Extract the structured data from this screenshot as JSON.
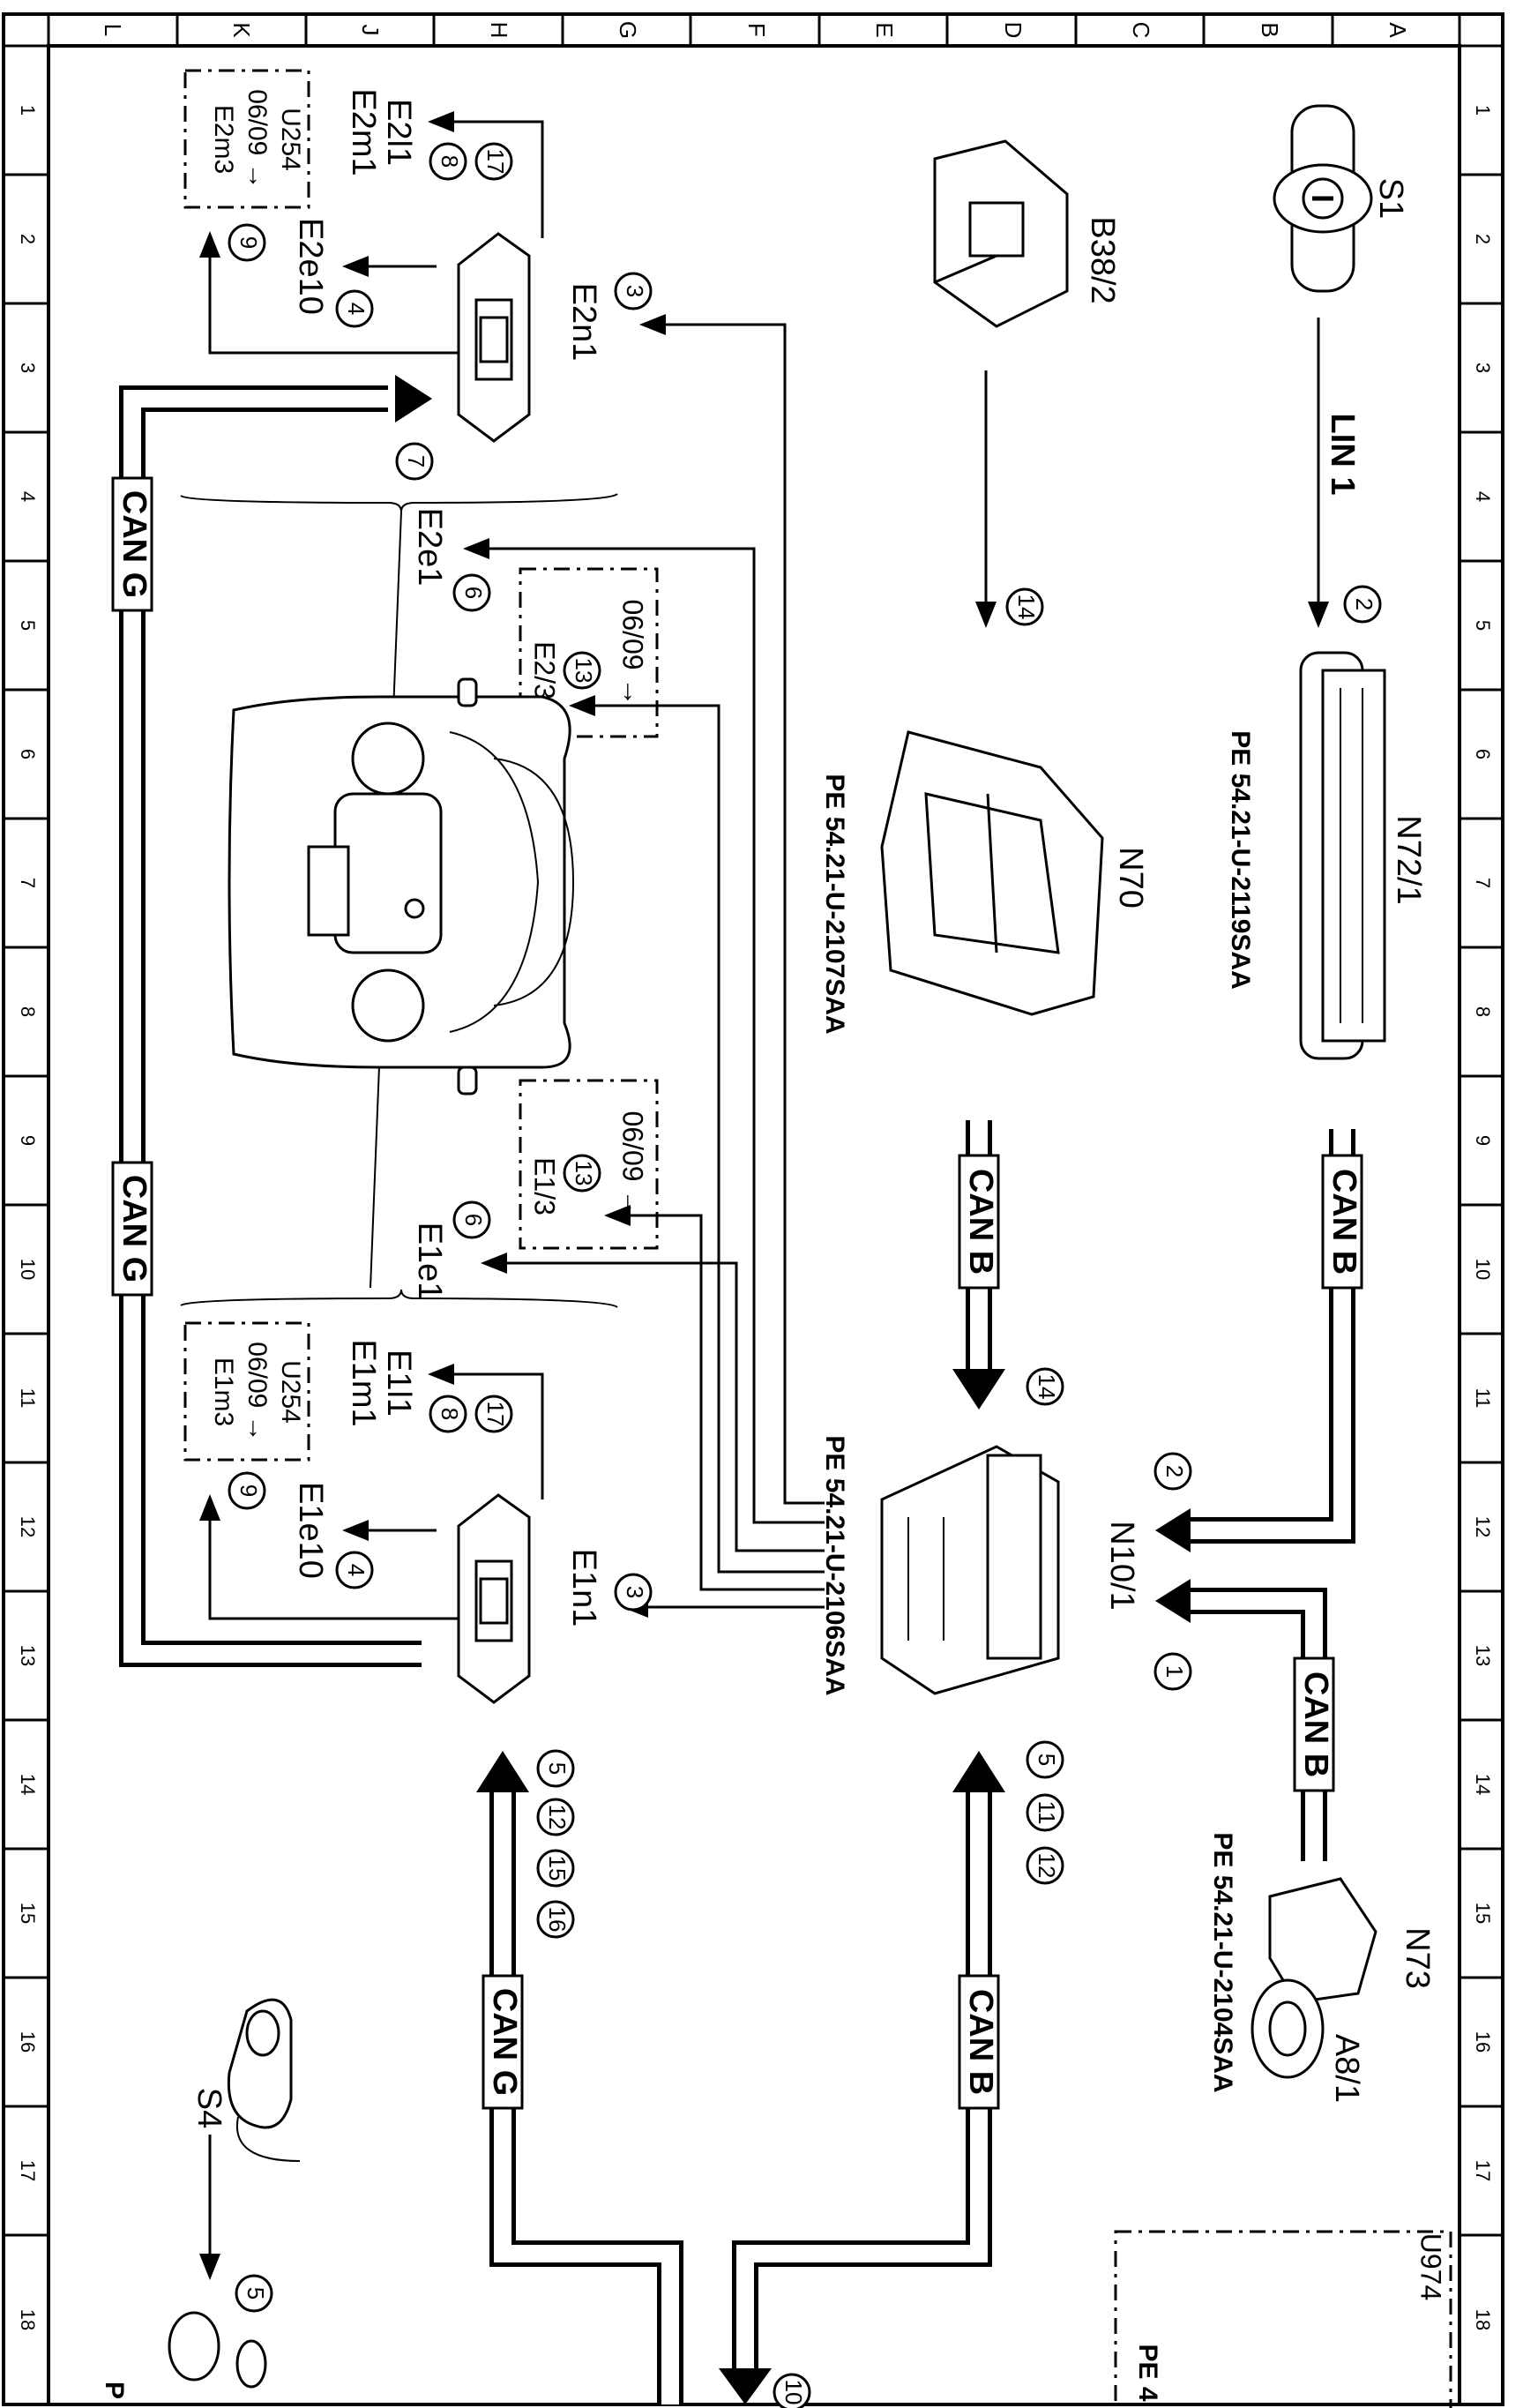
{
  "border": {
    "columns": [
      "L",
      "K",
      "J",
      "H",
      "G",
      "F",
      "E",
      "D",
      "C",
      "B",
      "A"
    ],
    "rows": [
      "1",
      "2",
      "3",
      "4",
      "5",
      "6",
      "7",
      "8",
      "9",
      "10",
      "11",
      "12",
      "13",
      "14",
      "15",
      "16",
      "17",
      "18"
    ]
  },
  "components": {
    "s1": "S1",
    "b38_2": "B38/2",
    "n72_1": "N72/1",
    "n70": "N70",
    "n10_1": "N10/1",
    "n73": "N73",
    "a8_1": "A8/1",
    "s4": "S4",
    "e2n1": "E2n1",
    "e1n1": "E1n1",
    "e2e1": "E2e1",
    "e1e1": "E1e1",
    "e2e10": "E2e10",
    "e1e10": "E1e10",
    "e2l1": "E2l1",
    "e2m1": "E2m1",
    "e1l1": "E1l1",
    "e1m1": "E1m1"
  },
  "refs": {
    "n72_1": "PE 54.21-U-2119SAA",
    "n70": "PE 54.21-U-2107SAA",
    "n10_1": "PE 54.21-U-2106SAA",
    "n73": "PE 54.21-U-2104SAA",
    "bottom_right": "PE 4",
    "bottom_left": "P"
  },
  "buses": {
    "lin1": "LIN 1",
    "can_b": "CAN B",
    "can_g": "CAN G"
  },
  "boxes": {
    "top_left": {
      "a": "U254",
      "b": "06/09 →",
      "c": "E2m3"
    },
    "bottom_left": {
      "a": "U254",
      "b": "06/09 →",
      "c": "E1m3"
    },
    "upper_mid": {
      "a": "06/09 →",
      "b": "E2/3"
    },
    "lower_mid": {
      "a": "06/09 →",
      "b": "E1/3"
    },
    "bottom_right": {
      "a": "U974"
    }
  },
  "markers": {
    "n1": "1",
    "n2": "2",
    "n3": "3",
    "n4": "4",
    "n5": "5",
    "n6": "6",
    "n7": "7",
    "n8": "8",
    "n9": "9",
    "n10": "10",
    "n11": "11",
    "n12": "12",
    "n13": "13",
    "n14": "14",
    "n15": "15",
    "n16": "16",
    "n17": "17"
  }
}
